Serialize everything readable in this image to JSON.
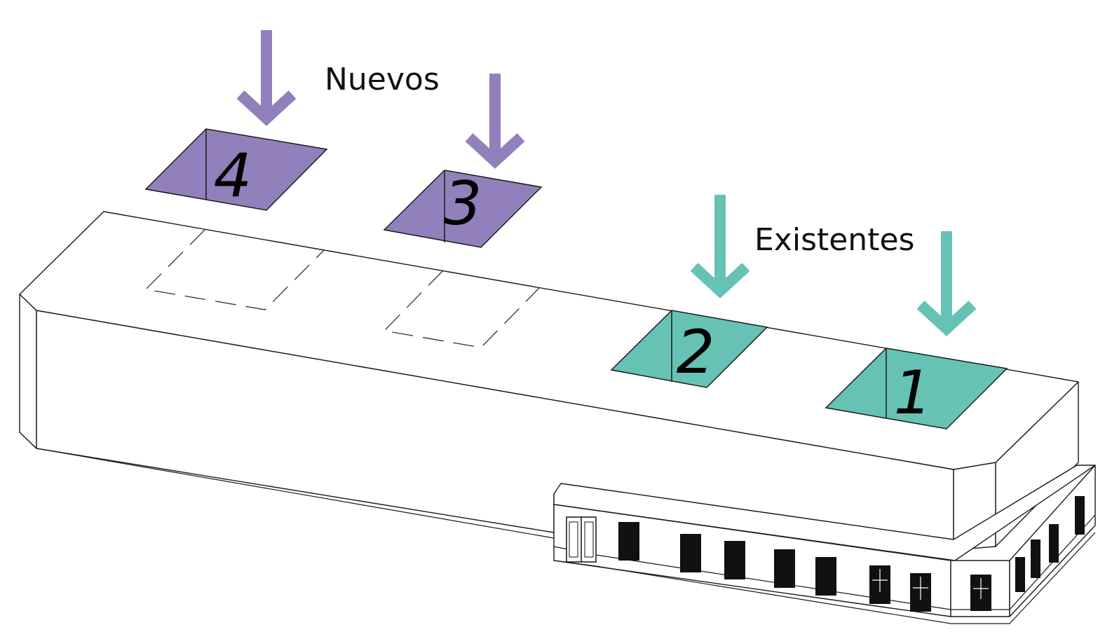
{
  "groups": {
    "new": {
      "label": "Nuevos",
      "color": "#9180bb"
    },
    "existing": {
      "label": "Existentes",
      "color": "#66c2b5"
    }
  },
  "skylights": [
    {
      "number": "1",
      "group": "existing"
    },
    {
      "number": "2",
      "group": "existing"
    },
    {
      "number": "3",
      "group": "new"
    },
    {
      "number": "4",
      "group": "new"
    }
  ]
}
